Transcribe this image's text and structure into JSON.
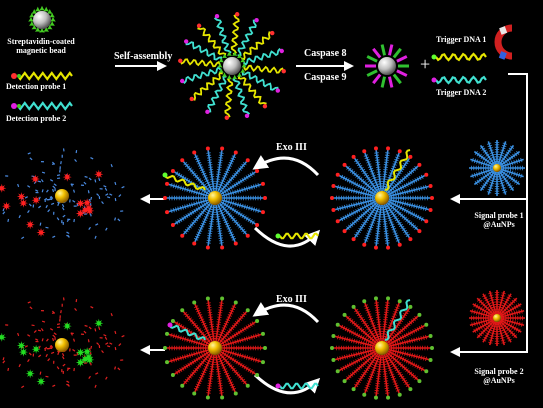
{
  "labels": {
    "bead": [
      "Streptavidin-coated",
      "magnetic bead"
    ],
    "probe1": "Detection probe 1",
    "probe2": "Detection probe 2",
    "self_assembly": "Self-assembly",
    "caspase8": "Caspase 8",
    "caspase9": "Caspase 9",
    "plus": "+",
    "trigger1": "Trigger DNA 1",
    "trigger2": "Trigger DNA 2",
    "exo1": "Exo III",
    "exo2": "Exo III",
    "signal1": [
      "Signal probe 1",
      "@AuNPs"
    ],
    "signal2": [
      "Signal probe 2",
      "@AuNPs"
    ]
  },
  "colors": {
    "blue_spoke": "#3a8fe0",
    "red_spoke": "#e01818",
    "gold": "#f0c000",
    "red_star": "#ff2020",
    "green_star": "#22dd22",
    "trigger1": "#e6e600",
    "trigger2": "#40e0d0",
    "magenta": "#e020e0",
    "green": "#60ff30"
  }
}
